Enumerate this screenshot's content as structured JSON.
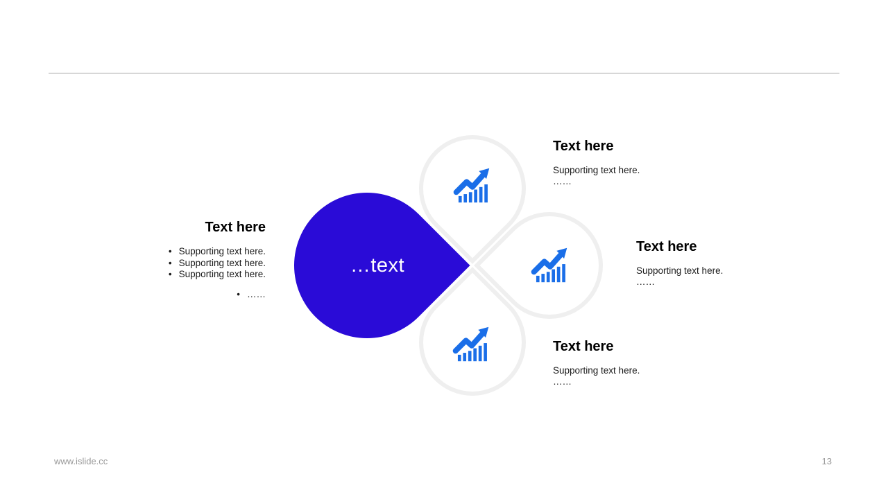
{
  "slide": {
    "colors": {
      "accent_blue": "#2a0bd7",
      "icon_blue": "#1a6ee8",
      "petal_outline": "#efefef",
      "divider": "#a6a6a6",
      "heading_text": "#000000",
      "body_text": "#1a1a1a",
      "footer_text": "#999999"
    },
    "diagram": {
      "center_label": "…text",
      "bullet_char": "•",
      "icon": "growth-chart-icon",
      "left_block": {
        "heading": "Text here",
        "bullets": [
          "Supporting text here.",
          "Supporting text here.",
          "Supporting text here."
        ],
        "more": "……"
      },
      "callouts": [
        {
          "heading": "Text here",
          "body": "Supporting text here.",
          "more": "……"
        },
        {
          "heading": "Text here",
          "body": "Supporting text here.",
          "more": "……"
        },
        {
          "heading": "Text here",
          "body": "Supporting text here.",
          "more": "……"
        }
      ]
    },
    "footer": {
      "website": "www.islide.cc",
      "page_number": "13"
    }
  }
}
